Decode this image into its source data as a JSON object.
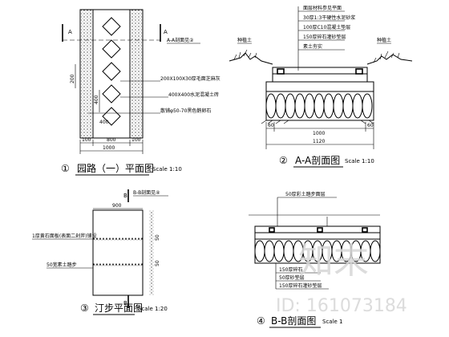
{
  "plan1": {
    "cut_left": "A",
    "cut_right": "A",
    "cut_note": "A-A剖面见②",
    "dim_200": "200",
    "dim_400": "400",
    "dim_100a": "100",
    "dim_400b": "400",
    "dim_800": "800",
    "dim_100b": "100",
    "dim_1000": "1000",
    "note1": "200X100X30厚毛面芝麻灰",
    "note2": "400X400水泥混凝土砖",
    "note3": "散铺φ50-70黑色鹅卵石",
    "title_num": "①",
    "title": "园路（一）平面图",
    "scale": "Scale 1:10"
  },
  "section2": {
    "soil_left": "种植土",
    "soil_right": "种植土",
    "layer1": "面层材料参见平面",
    "layer2": "30厚1:3干硬性水泥砂浆",
    "layer3": "100厚C10混凝土垫层",
    "layer4": "150厚碎石灌砂垫层",
    "layer5": "素土夯实",
    "dim_60a": "60",
    "dim_1000": "1000",
    "dim_60b": "60",
    "dim_1120": "1120",
    "title_num": "②",
    "title": "A-A剖面图",
    "scale": "Scale 1:10"
  },
  "plan3": {
    "cut_top": "B",
    "cut_note": "B-B剖面见④",
    "dim_900": "900",
    "note1": "1厚黄石面板(表面二剁斧)铺设",
    "note2": "50宽素土踏步",
    "dim_50a": "50",
    "dim_50b": "50",
    "cut_bottom": "B",
    "title_num": "③",
    "title": "汀步平面图",
    "scale": "Scale 1:20"
  },
  "section4": {
    "top_note": "50厚彩土踏步面层",
    "note_a": "150厚碎石",
    "note_b": "50厚砂垫层",
    "note_c": "150厚碎石灌砂垫层",
    "title_num": "④",
    "title": "B-B剖面图",
    "scale": "Scale 1"
  },
  "watermark": {
    "logo": "知末",
    "id": "ID: 161073184"
  }
}
